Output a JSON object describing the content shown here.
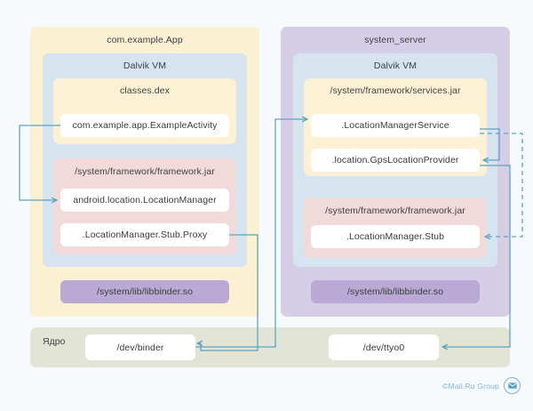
{
  "diagram": {
    "background_color": "#f7fafd",
    "accent_color": "#5ba3c4",
    "app_panel": {
      "title": "com.example.App",
      "color": "#faf0d2",
      "vm": {
        "title": "Dalvik VM",
        "color": "#d6e4f0",
        "dex": {
          "title": "classes.dex",
          "color": "#fcf1d4",
          "items": [
            {
              "label": "com.example.app.ExampleActivity"
            }
          ]
        },
        "framework": {
          "title": "/system/framework/framework.jar",
          "color": "#f2d9da",
          "items": [
            {
              "label": "android.location.LocationManager"
            },
            {
              "label": ".LocationManager.Stub.Proxy"
            }
          ]
        }
      },
      "native_lib": {
        "label": "/system/lib/libbinder.so",
        "color": "#b9a9d4"
      }
    },
    "server_panel": {
      "title": "system_server",
      "color": "#d6cee6",
      "vm": {
        "title": "Dalvik VM",
        "color": "#d6e4f0",
        "services": {
          "title": "/system/framework/services.jar",
          "color": "#fcf1d4",
          "items": [
            {
              "label": ".LocationManagerService"
            },
            {
              "label": ".location.GpsLocationProvider"
            }
          ]
        },
        "framework": {
          "title": "/system/framework/framework.jar",
          "color": "#f2d9da",
          "items": [
            {
              "label": ".LocationManager.Stub"
            }
          ]
        }
      },
      "native_lib": {
        "label": "/system/lib/libbinder.so",
        "color": "#b9a9d4"
      }
    },
    "kernel": {
      "label": "Ядро",
      "color": "#e2e4d6",
      "devices": [
        {
          "label": "/dev/binder"
        },
        {
          "label": "/dev/ttyo0"
        }
      ]
    },
    "footer": {
      "credit": "©Mail.Ru Group",
      "logo_icon": "envelope-icon"
    }
  }
}
